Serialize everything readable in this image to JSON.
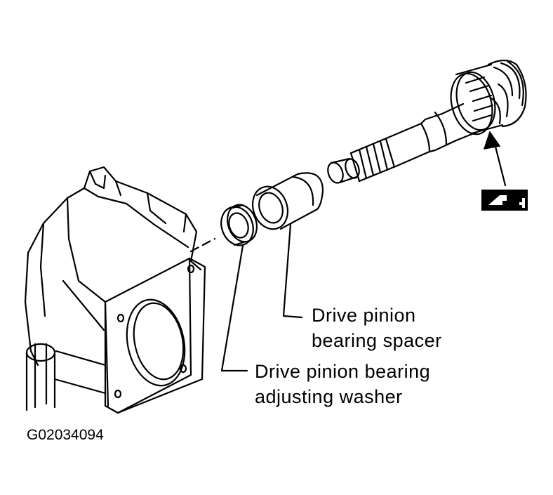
{
  "labels": {
    "spacer": [
      "Drive pinion",
      "bearing spacer"
    ],
    "washer": [
      "Drive pinion bearing",
      "adjusting washer"
    ]
  },
  "figure_code": "G02034094",
  "icons": {
    "lubricant": "grease-gun-icon"
  },
  "colors": {
    "ink": "#000000",
    "paper": "#ffffff"
  }
}
